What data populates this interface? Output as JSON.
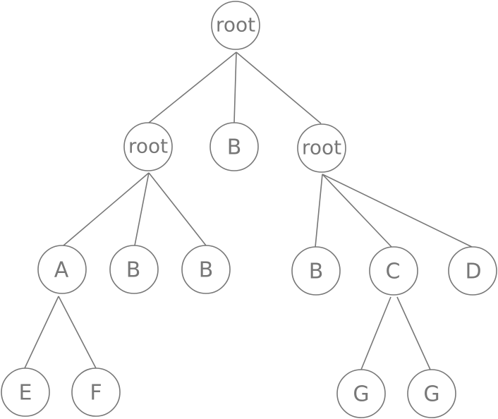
{
  "colors": {
    "stroke": "#777777",
    "text": "#777777",
    "background": "#ffffff"
  },
  "nodes": {
    "n0": "root",
    "n1": "root",
    "n2": "B",
    "n3": "root",
    "n4": "A",
    "n5": "B",
    "n6": "B",
    "n7": "B",
    "n8": "C",
    "n9": "D",
    "n10": "E",
    "n11": "F",
    "n12": "G",
    "n13": "G"
  }
}
